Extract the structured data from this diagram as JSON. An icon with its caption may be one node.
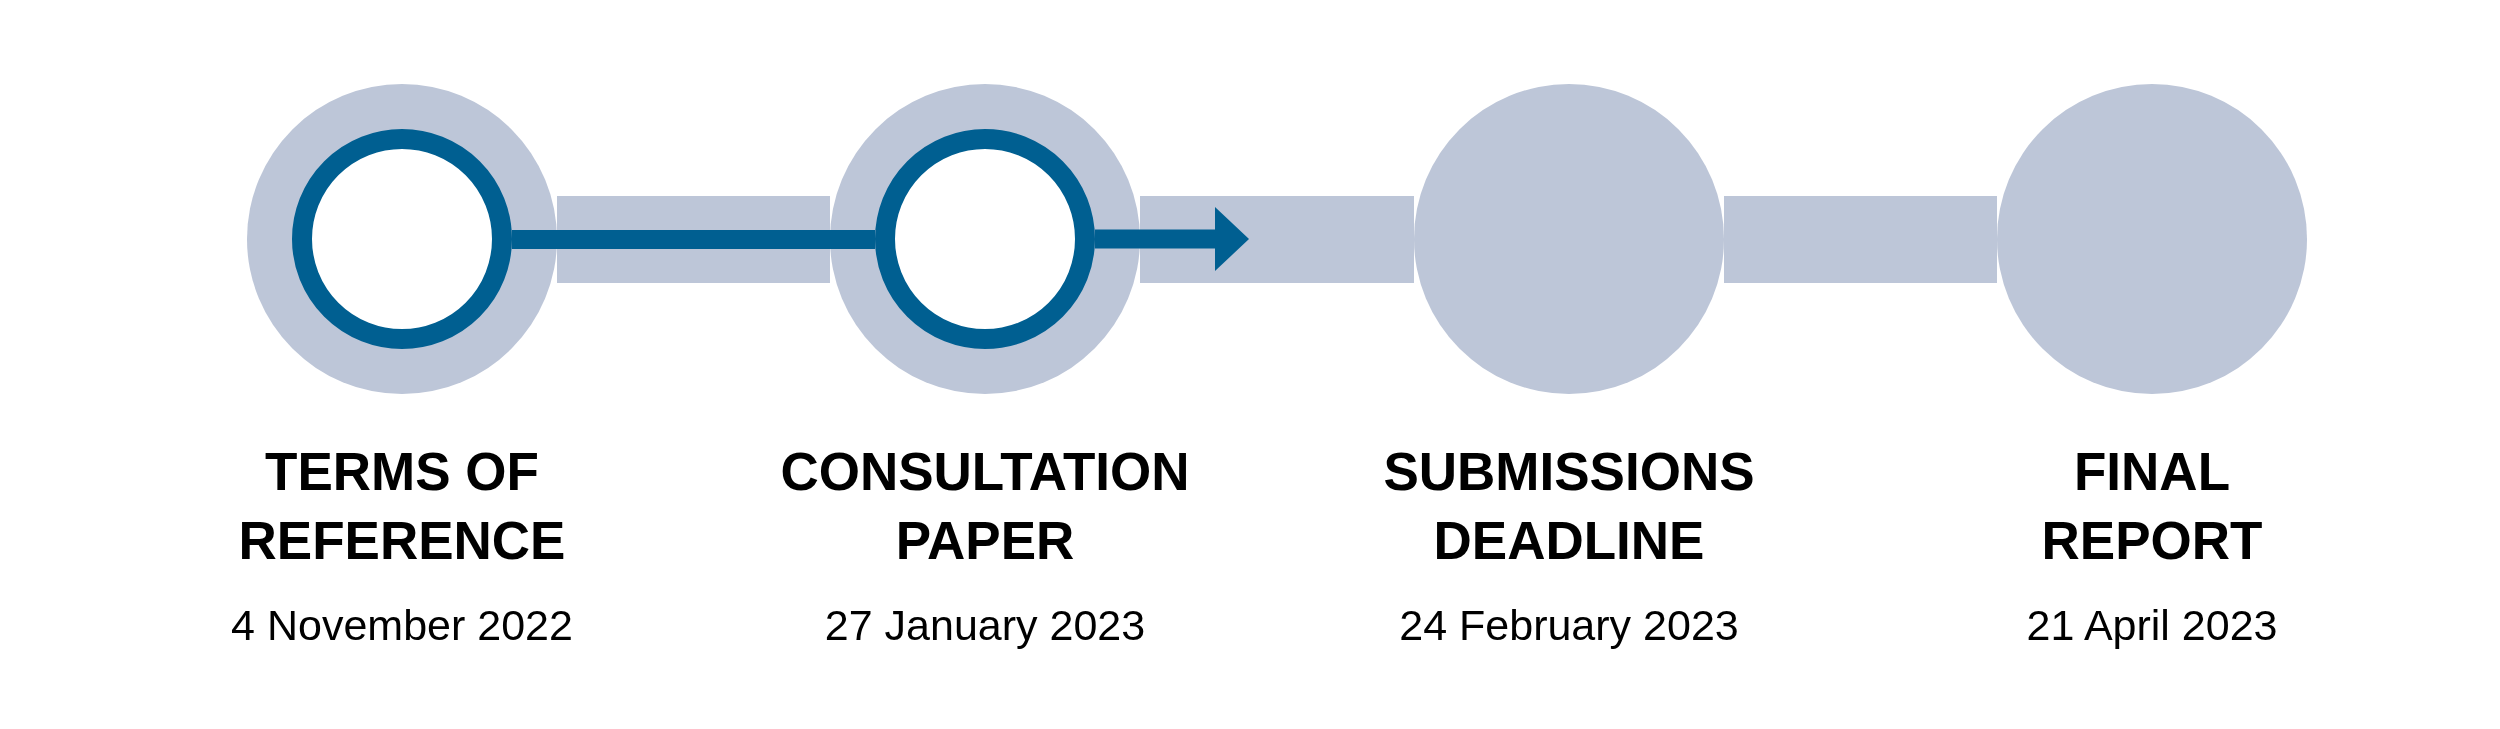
{
  "diagram": {
    "nodes": [
      {
        "text": [],
        "shape": "circle",
        "beside": [
          "TERMS OF REFERENCE",
          "4 November 2022"
        ]
      },
      {
        "text": [],
        "shape": "ring",
        "in": 0
      },
      {
        "text": [],
        "shape": "circle",
        "beside": [
          "CONSULTATION PAPER",
          "27 January 2023"
        ]
      },
      {
        "text": [],
        "shape": "ring",
        "in": 2
      },
      {
        "text": [],
        "shape": "circle",
        "beside": [
          "SUBMISSIONS DEADLINE",
          "24 February 2023"
        ]
      },
      {
        "text": [],
        "shape": "circle",
        "beside": [
          "FINAL REPORT",
          "21 April 2023"
        ]
      }
    ],
    "edges": [
      {
        "from": 0,
        "to": 2,
        "arrow": "none",
        "color": "#bdc6d8"
      },
      {
        "from": 2,
        "to": 4,
        "arrow": "none",
        "color": "#bdc6d8"
      },
      {
        "from": 4,
        "to": 5,
        "arrow": "none",
        "color": "#bdc6d8"
      },
      {
        "from": 1,
        "to": 3,
        "arrow": "none",
        "color": "#005f91"
      },
      {
        "from": 3,
        "to": null,
        "arrow": "to",
        "color": "#005f91"
      }
    ]
  }
}
